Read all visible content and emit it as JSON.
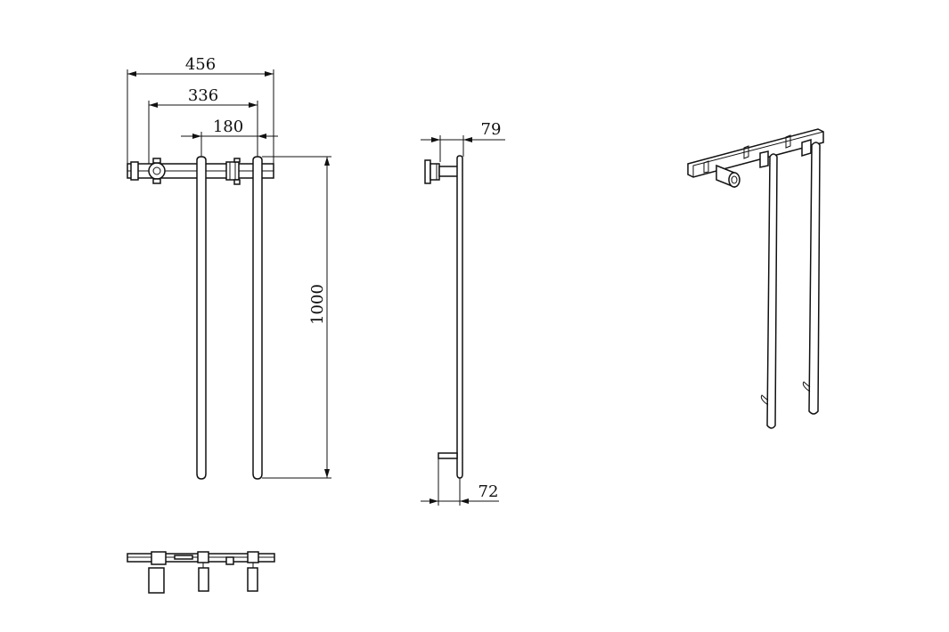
{
  "drawing": {
    "front_view": {
      "overall_width": "456",
      "center_distance_outer": "336",
      "center_distance_inner": "180",
      "height": "1000"
    },
    "side_view": {
      "projection_top": "79",
      "projection_bottom": "72"
    }
  }
}
